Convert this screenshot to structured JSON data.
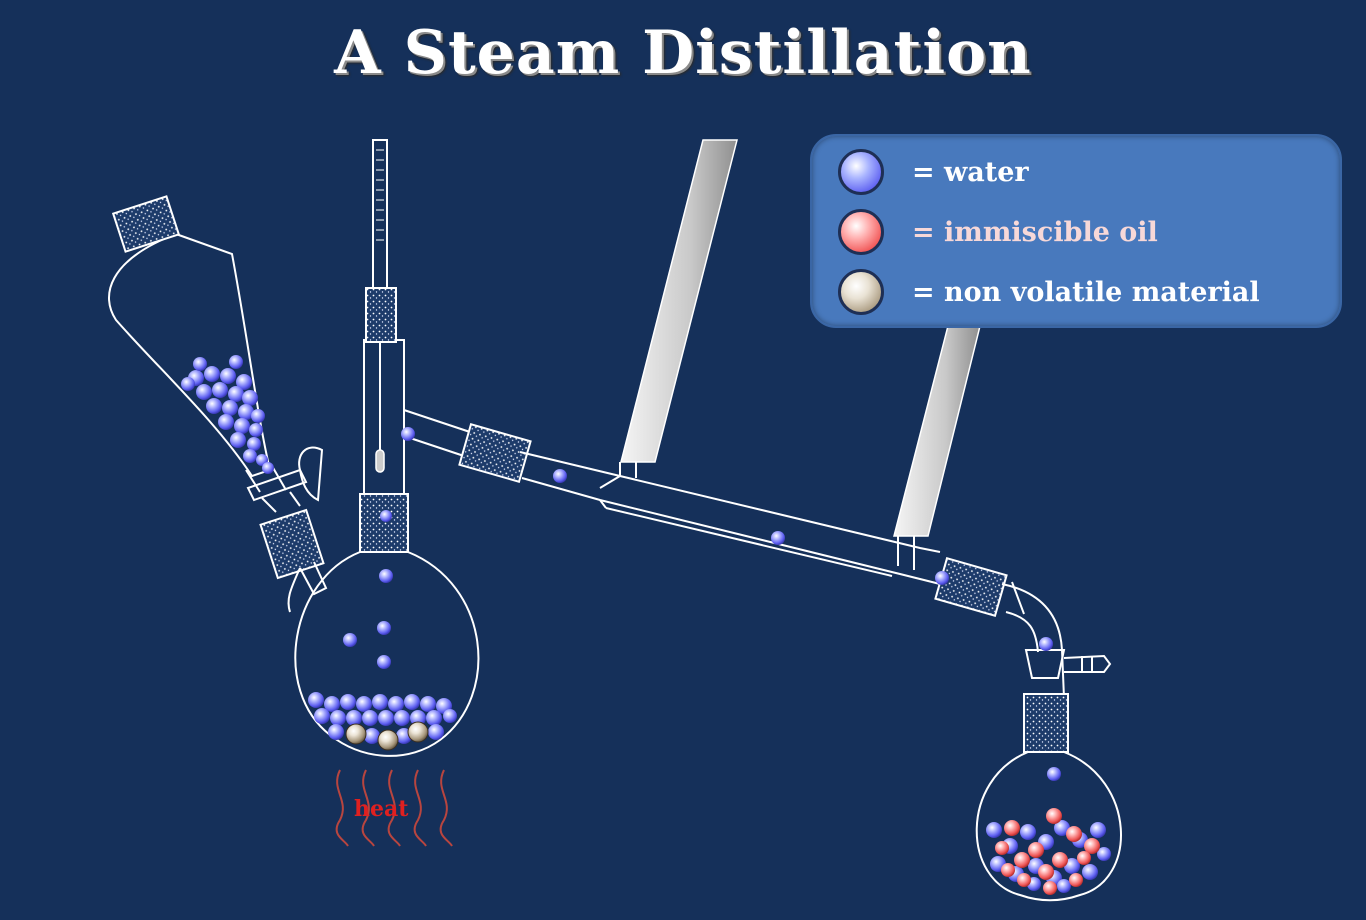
{
  "title": "A Steam Distillation",
  "legend": {
    "items": [
      {
        "label": "= water",
        "ball": "water",
        "text_color": "#ffffff"
      },
      {
        "label": "= immiscible oil",
        "ball": "oil",
        "text_color": "#f7d8d8"
      },
      {
        "label": "= non volatile material",
        "ball": "nonvolatile",
        "text_color": "#ffffff"
      }
    ]
  },
  "heat_label": "heat",
  "colors": {
    "background": "#15305a",
    "glass_outline": "#ffffff",
    "legend_box": "#4879bd",
    "water": "#6b6cf5",
    "oil": "#f06060",
    "nonvolatile": "#b8a88e",
    "heat": "#e02020",
    "heat_waves": "#b8453f"
  },
  "icons": [
    "separatory-funnel-icon",
    "thermometer-icon",
    "round-bottom-flask-icon",
    "condenser-icon",
    "receiving-flask-icon",
    "heat-waves-icon"
  ]
}
